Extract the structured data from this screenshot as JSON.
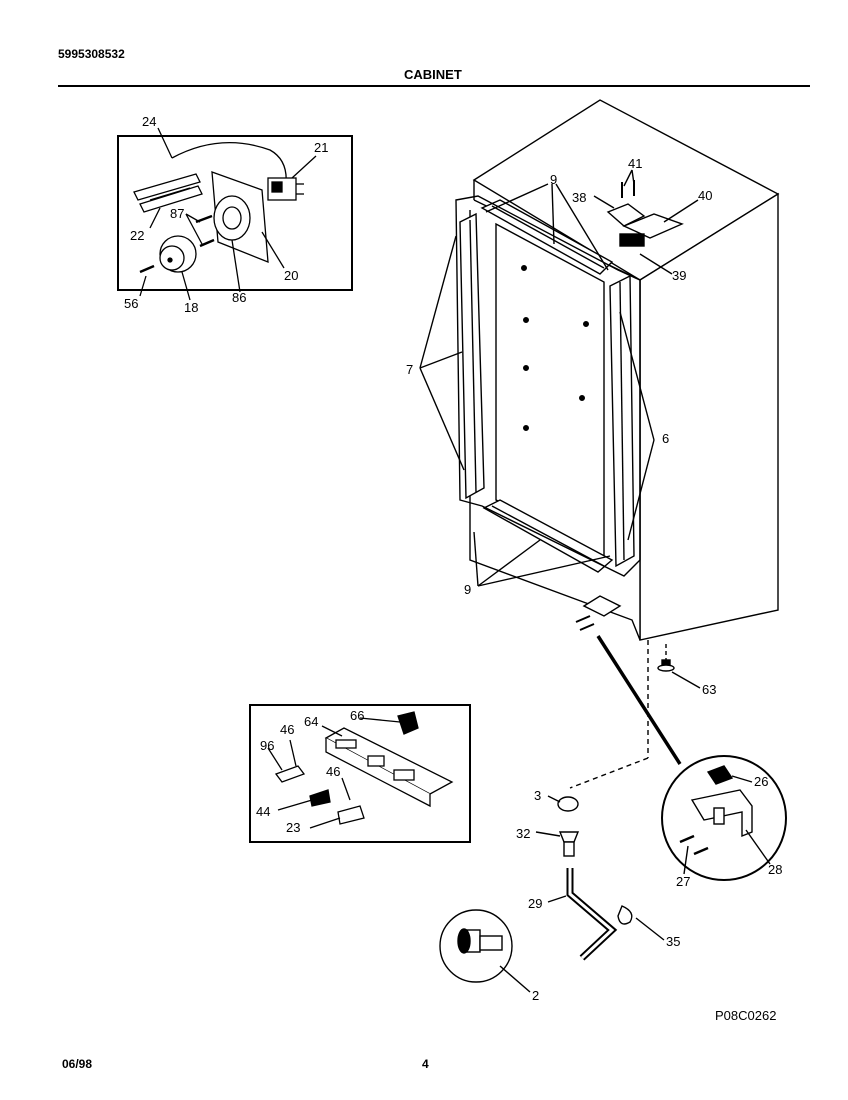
{
  "header": {
    "part_number": "5995308532",
    "section_title": "CABINET"
  },
  "footer": {
    "date": "06/98",
    "page_number": "4",
    "drawing_code": "P08C0262"
  },
  "callouts": {
    "top_inset": [
      "24",
      "21",
      "87",
      "22",
      "20",
      "56",
      "18",
      "86"
    ],
    "cabinet": [
      "9",
      "41",
      "38",
      "40",
      "39",
      "7",
      "6",
      "9",
      "63"
    ],
    "middle_inset": [
      "66",
      "64",
      "46",
      "96",
      "46",
      "44",
      "23"
    ],
    "hardware": [
      "3",
      "32",
      "29",
      "35",
      "2"
    ],
    "hinge_detail": [
      "26",
      "27",
      "28"
    ]
  }
}
